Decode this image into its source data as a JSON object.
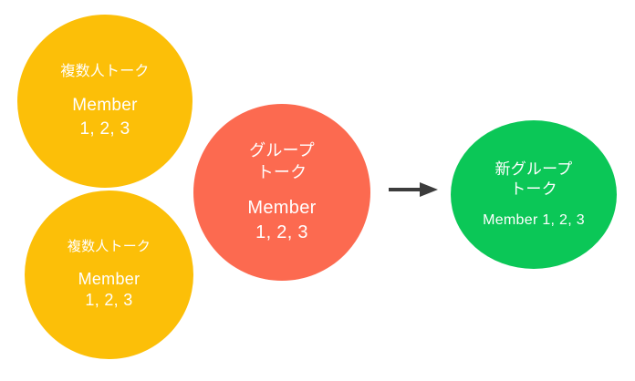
{
  "diagram": {
    "title_text": "",
    "background_color": "#FFFFFF",
    "nodes": [
      {
        "id": "multi-talk-1",
        "title": "複数人トーク",
        "members": "Member\n1, 2, 3",
        "color": "#FCBF08",
        "text_color": "#FFFFFF",
        "shape": "circle"
      },
      {
        "id": "multi-talk-2",
        "title": "複数人トーク",
        "members": "Member\n1, 2, 3",
        "color": "#FCBF08",
        "text_color": "#FFFFFF",
        "shape": "circle"
      },
      {
        "id": "group-talk",
        "title": "グループ\nトーク",
        "members": "Member\n1, 2, 3",
        "color": "#FC6A50",
        "text_color": "#FFFFFF",
        "shape": "circle"
      },
      {
        "id": "new-group-talk",
        "title": "新グループ\nトーク",
        "members": "Member 1, 2, 3",
        "color": "#0BC757",
        "text_color": "#FFFFFF",
        "shape": "circle"
      }
    ],
    "arrow": {
      "name": "right-arrow-icon",
      "color": "#3C3C3C",
      "direction": "right"
    }
  }
}
